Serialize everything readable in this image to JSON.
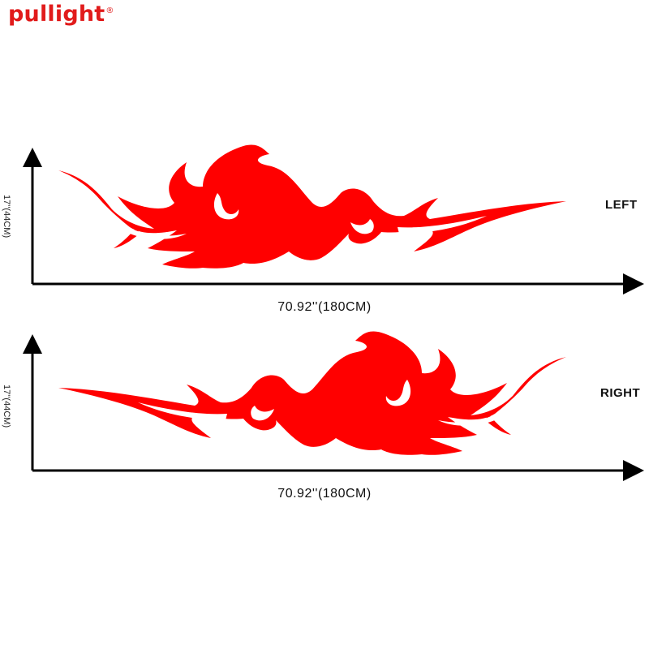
{
  "brand": {
    "name": "pullight",
    "mark": "®",
    "color": "#e11b1b"
  },
  "colors": {
    "decal": "#ff0000",
    "axis": "#000000"
  },
  "panels": [
    {
      "side_label": "LEFT",
      "height_label": "17''(44CM)",
      "width_label": "70.92''(180CM)"
    },
    {
      "side_label": "RIGHT",
      "height_label": "17''(44CM)",
      "width_label": "70.92''(180CM)"
    }
  ]
}
